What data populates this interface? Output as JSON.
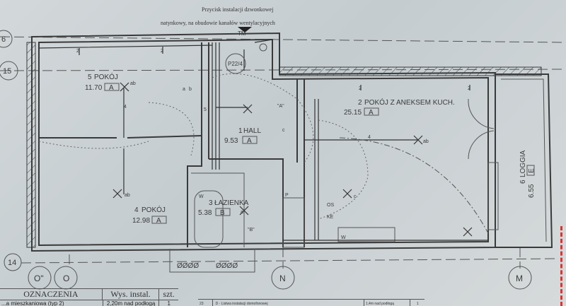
{
  "annotation": {
    "line1": "Przycisk instalacji dzwonkowej",
    "line2": "natynkowy, na obudowie kanałów wentylacyjnych",
    "tm": "TM",
    "panel": "P22/4"
  },
  "grid": {
    "rows": [
      "6",
      "15",
      "14"
    ],
    "columns": [
      "O\"",
      "O",
      "N",
      "M"
    ]
  },
  "rooms": [
    {
      "no": "5",
      "name": "POKÓJ",
      "area": "11.70",
      "code": "A"
    },
    {
      "no": "4",
      "name": "POKÓJ",
      "area": "12.98",
      "code": "A"
    },
    {
      "no": "1",
      "name": "HALL",
      "area": "9.53",
      "code": "A"
    },
    {
      "no": "3",
      "name": "ŁAZIENKA",
      "area": "5.38",
      "code": "B"
    },
    {
      "no": "2",
      "name": "POKÓJ Z ANEKSEM KUCH.",
      "area": "25.15",
      "code": "A"
    },
    {
      "no": "6",
      "name": "LOGGIA",
      "area": "6.55",
      "code": "E"
    }
  ],
  "markers": {
    "a_zone": "\"A\"",
    "b_zone": "\"B\"",
    "os": "OS",
    "ke": "KE",
    "w": "W",
    "p": "P",
    "wire4": "4",
    "wire5": "5",
    "ab": "ab",
    "a": "a",
    "b": "b",
    "c": "c",
    "two": "2"
  },
  "legend": {
    "title": "OZNACZENIA",
    "col_height": "Wys. instal.",
    "col_qty": "szt.",
    "rows": [
      {
        "desc": "...a mieszkaniowa (typ 2)",
        "height": "2,20m nad podłogą",
        "qty": "1"
      }
    ],
    "right_rows": [
      {
        "no": "23",
        "desc": "D - Listwa instalacji domofonowej",
        "height": "1,4m nad podłogą",
        "qty": "1"
      }
    ]
  }
}
